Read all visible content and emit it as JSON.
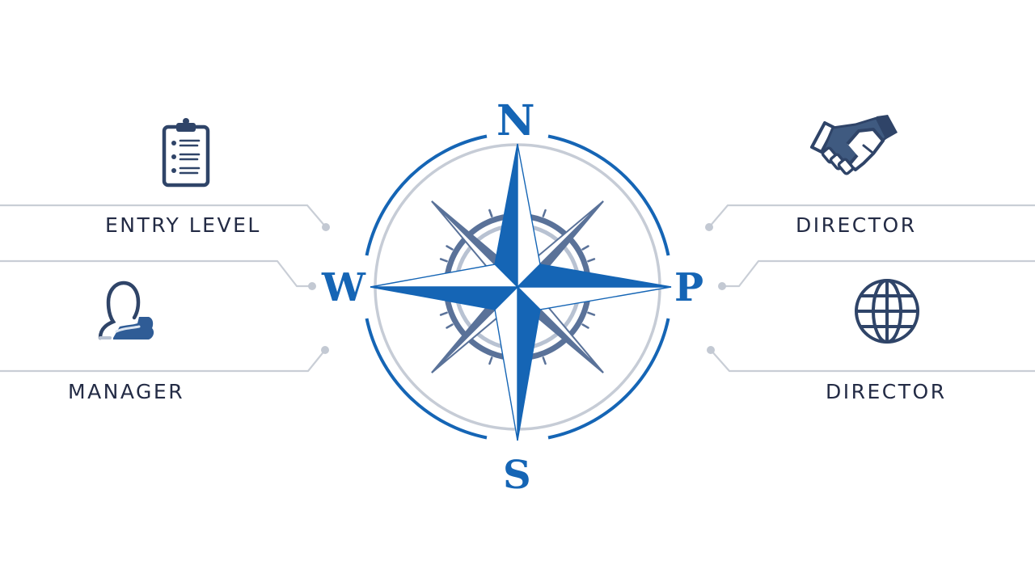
{
  "colors": {
    "accent_blue": "#1565b5",
    "navy_text": "#232b45",
    "icon_navy": "#2f4468",
    "connector_gray": "#c9ced6",
    "ring_gray": "#c6ccd6",
    "secondary_star": "#5a7299"
  },
  "compass": {
    "north": "N",
    "south": "S",
    "west": "W",
    "east": "P"
  },
  "left": {
    "items": [
      {
        "label": "ENTRY LEVEL",
        "icon": "clipboard-icon"
      },
      {
        "label": "MANAGER",
        "icon": "user-icon"
      }
    ]
  },
  "right": {
    "items": [
      {
        "label": "DIRECTOR",
        "icon": "handshake-icon"
      },
      {
        "label": "DIRECTOR",
        "icon": "globe-icon"
      }
    ]
  }
}
